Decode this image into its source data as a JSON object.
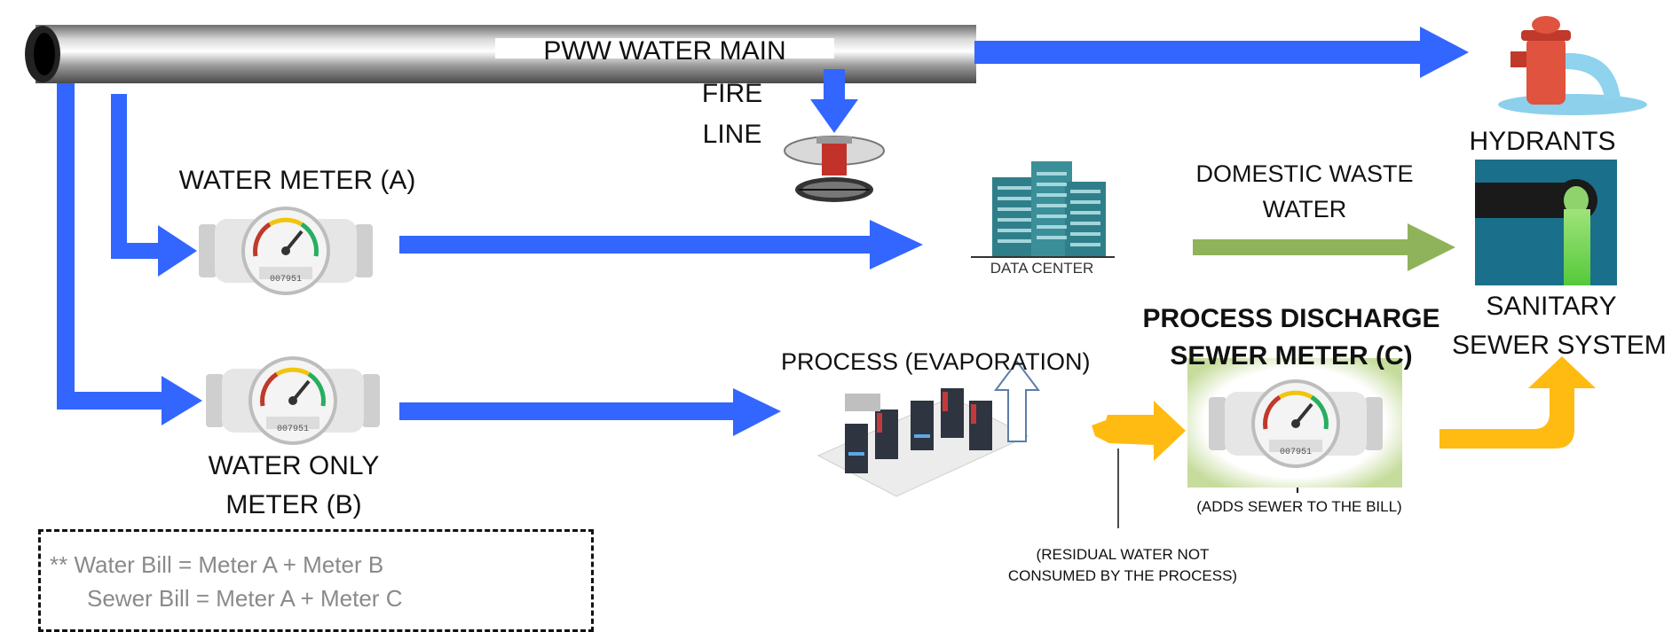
{
  "labels": {
    "water_main": "PWW WATER MAIN",
    "fire_line_1": "FIRE",
    "fire_line_2": "LINE",
    "hydrants": "HYDRANTS",
    "water_meter_a": "WATER METER (A)",
    "data_center_caption": "DATA CENTER",
    "domestic_waste_1": "DOMESTIC WASTE",
    "domestic_waste_2": "WATER",
    "sanitary_1": "SANITARY",
    "sanitary_2": "SEWER SYSTEM",
    "process_evap": "PROCESS (EVAPORATION)",
    "process_discharge_1": "PROCESS DISCHARGE",
    "process_discharge_2": "SEWER METER (C)",
    "water_only_1": "WATER ONLY",
    "water_only_2": "METER (B)",
    "adds_sewer": "(ADDS SEWER TO THE BILL)",
    "residual_1": "(RESIDUAL WATER NOT",
    "residual_2": "CONSUMED BY THE PROCESS)",
    "meter_reading": "007951"
  },
  "note": {
    "line1": "** Water Bill = Meter A + Meter B",
    "line2": "Sewer Bill = Meter A + Meter C"
  },
  "colors": {
    "water_arrow": "#3366ff",
    "waste_arrow": "#8fb35a",
    "discharge_arrow": "#ffbb11",
    "note_text": "#8a8a8a"
  }
}
